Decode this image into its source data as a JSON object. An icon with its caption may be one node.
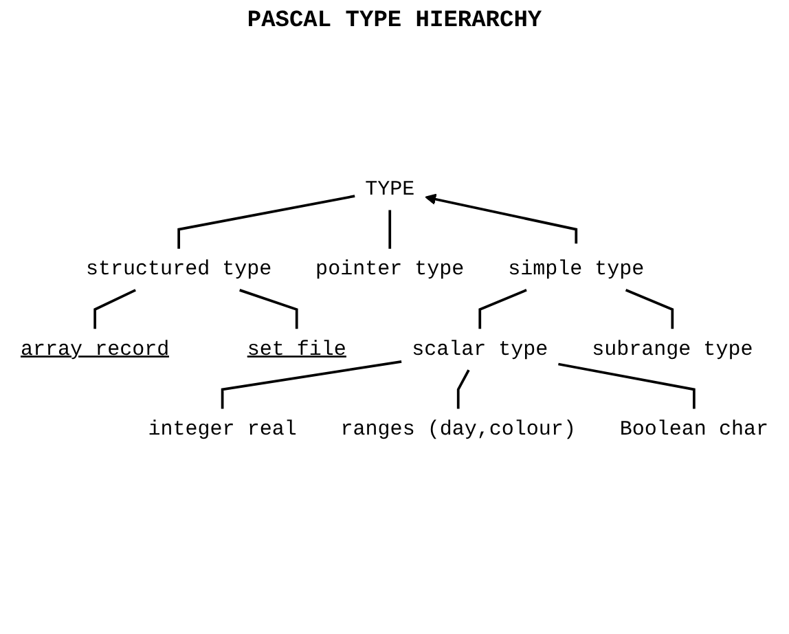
{
  "diagram": {
    "title": "PASCAL TYPE HIERARCHY",
    "nodes": [
      {
        "text": [
          "TYPE"
        ]
      },
      {
        "text": [
          "structured type"
        ]
      },
      {
        "text": [
          "pointer type"
        ]
      },
      {
        "text": [
          "simple type"
        ]
      },
      {
        "text": [
          "array record"
        ]
      },
      {
        "text": [
          "set file"
        ]
      },
      {
        "text": [
          "scalar type"
        ]
      },
      {
        "text": [
          "subrange type"
        ]
      },
      {
        "text": [
          "integer real"
        ]
      },
      {
        "text": [
          "ranges (day,colour)"
        ]
      },
      {
        "text": [
          "Boolean char"
        ]
      }
    ],
    "edges": [
      {
        "from": 0,
        "to": 1,
        "arrow": "none"
      },
      {
        "from": 0,
        "to": 2,
        "arrow": "none"
      },
      {
        "from": 3,
        "to": 0,
        "arrow": "to"
      },
      {
        "from": 1,
        "to": 4,
        "arrow": "none"
      },
      {
        "from": 1,
        "to": 5,
        "arrow": "none"
      },
      {
        "from": 3,
        "to": 6,
        "arrow": "none"
      },
      {
        "from": 3,
        "to": 7,
        "arrow": "none"
      },
      {
        "from": 6,
        "to": 8,
        "arrow": "none"
      },
      {
        "from": 6,
        "to": 9,
        "arrow": "none"
      },
      {
        "from": 6,
        "to": 10,
        "arrow": "none"
      }
    ]
  }
}
